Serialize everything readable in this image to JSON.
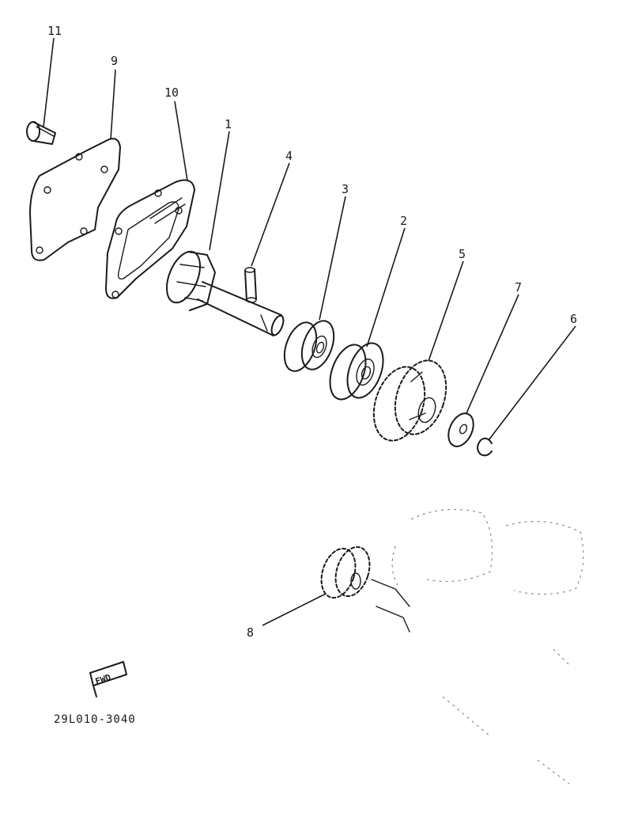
{
  "callouts": {
    "c1": "1",
    "c2": "2",
    "c3": "3",
    "c4": "4",
    "c5": "5",
    "c6": "6",
    "c7": "7",
    "c8": "8",
    "c9": "9",
    "c10": "10",
    "c11": "11"
  },
  "fwd_label": "FWD",
  "drawing_code": "29L010-3040",
  "colors": {
    "ink": "#1a1a1a",
    "background": "#ffffff"
  }
}
